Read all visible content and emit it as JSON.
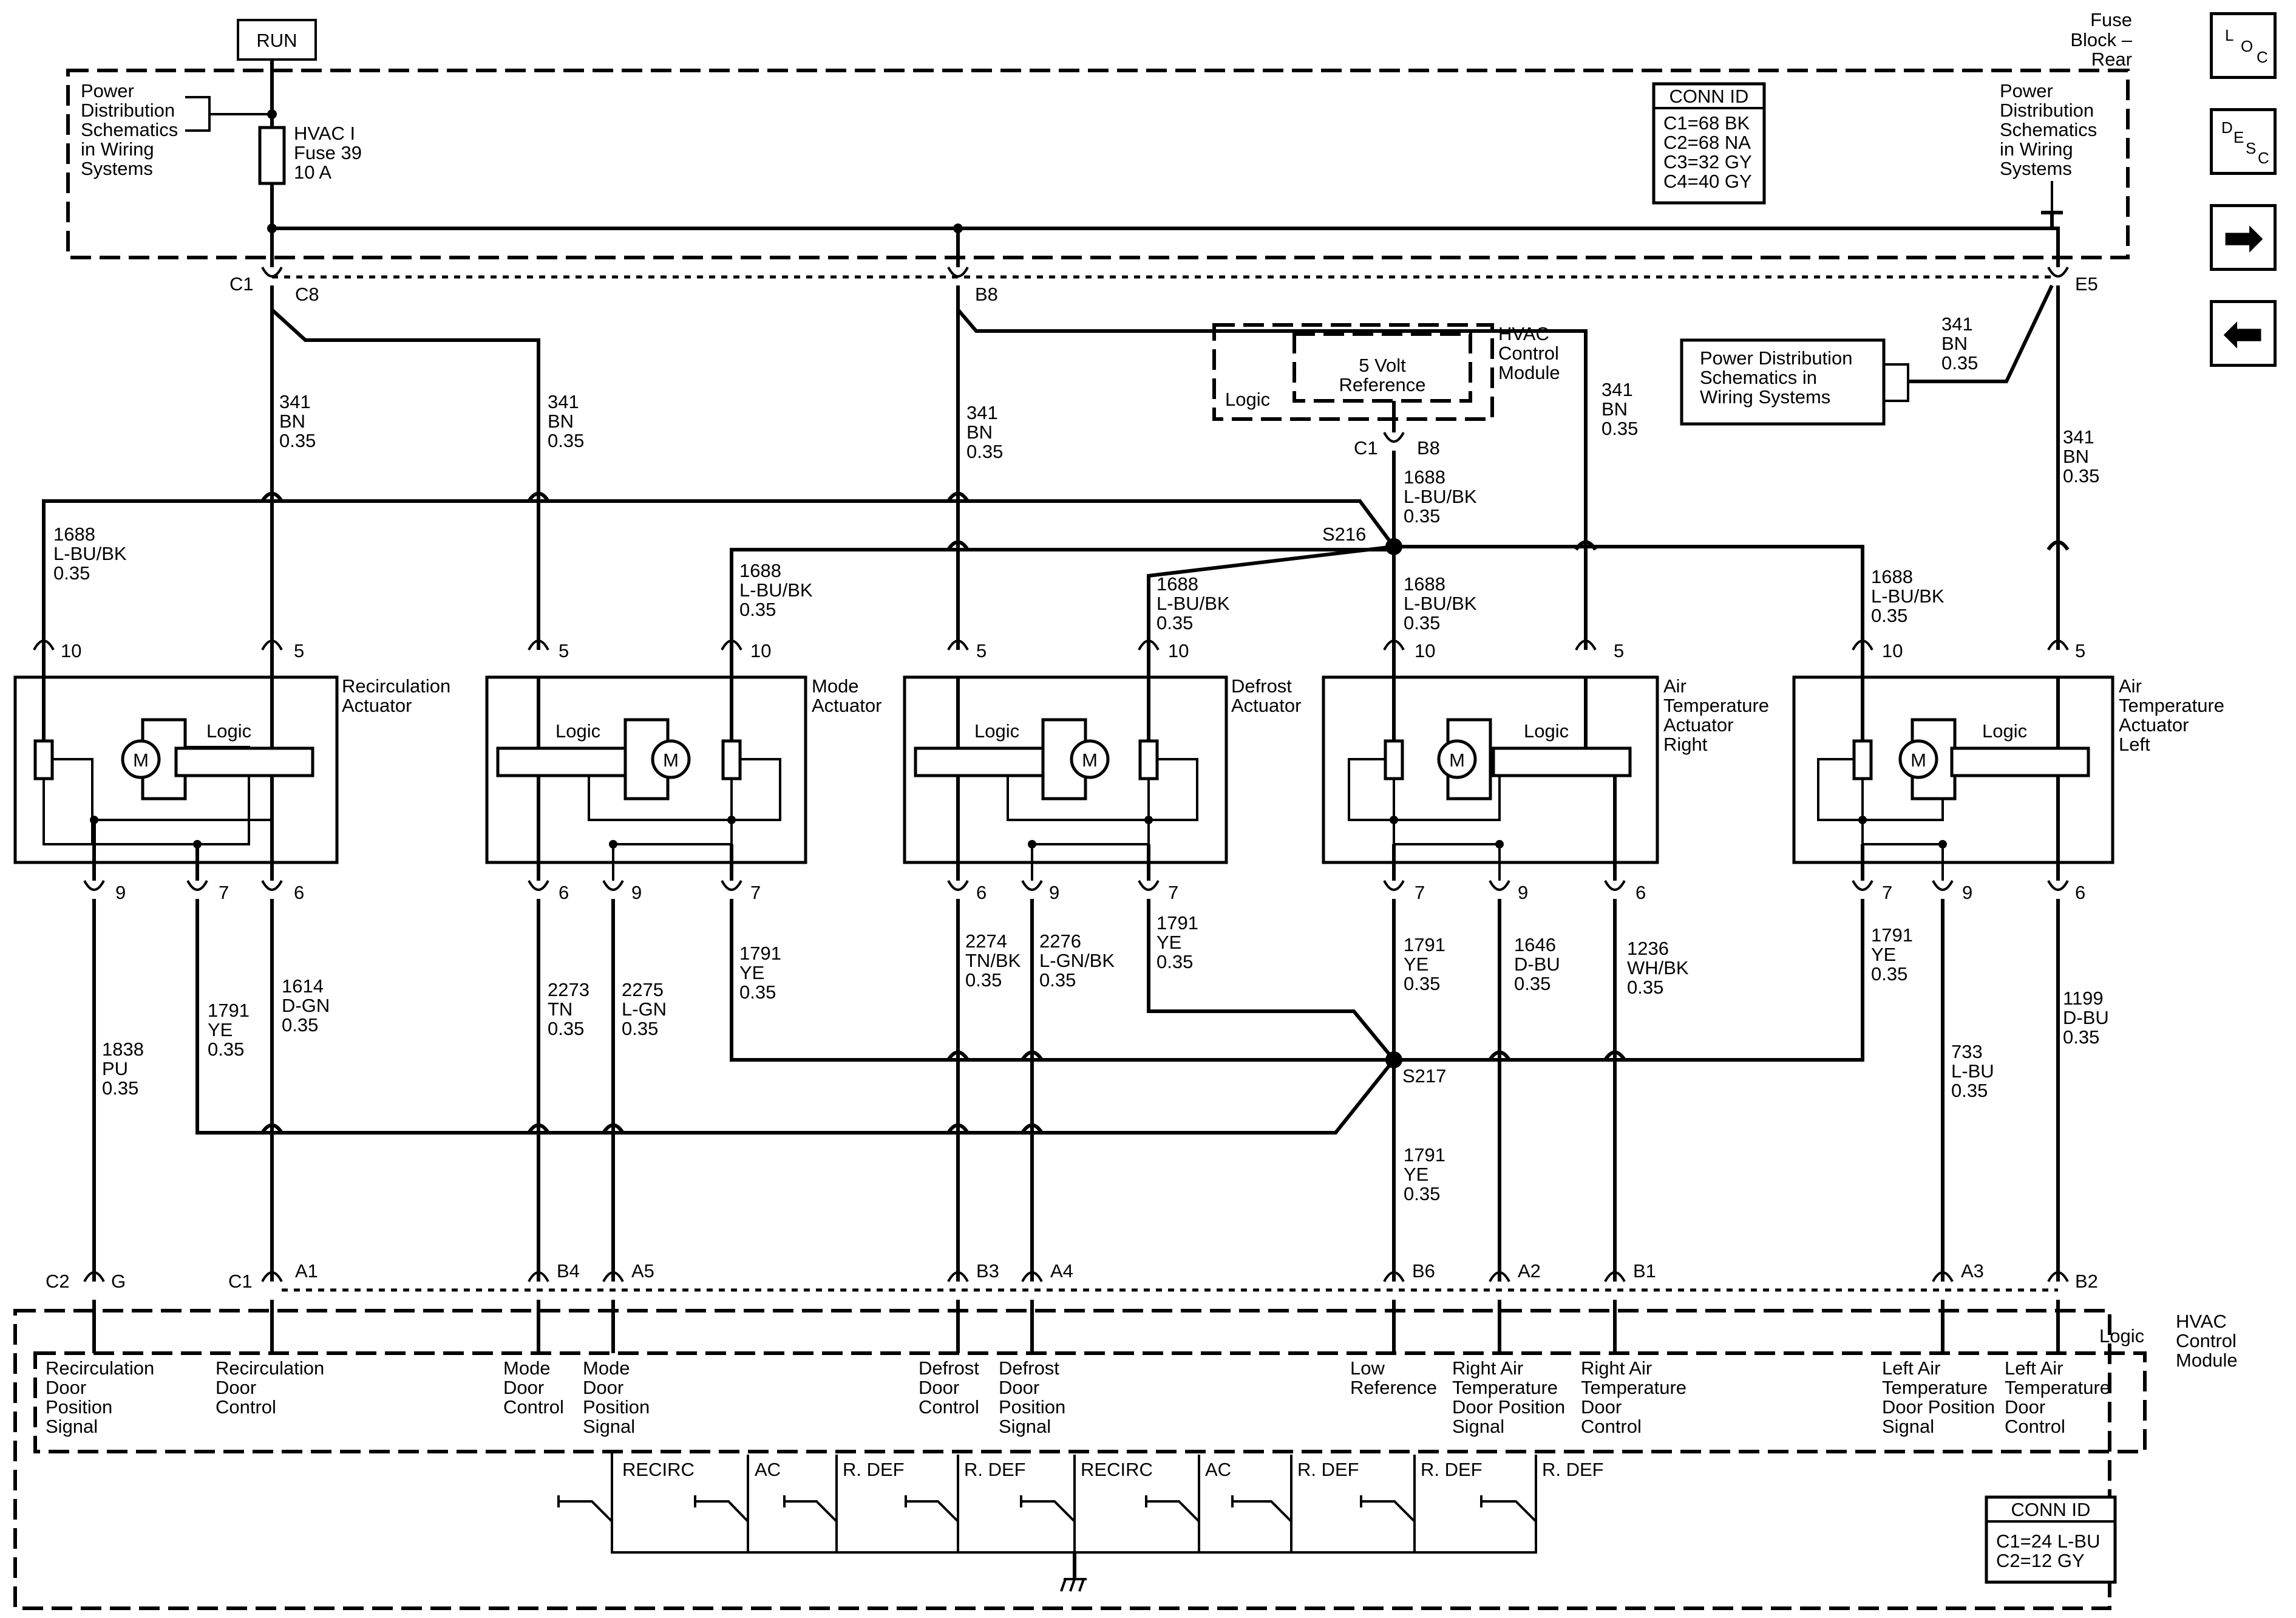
{
  "header": {
    "run_label": "RUN",
    "fuse_block": [
      "Fuse",
      "Block –",
      "Rear"
    ]
  },
  "power_dist_left": [
    "Power",
    "Distribution",
    "Schematics",
    "in Wiring",
    "Systems"
  ],
  "power_dist_right": [
    "Power",
    "Distribution",
    "Schematics",
    "in Wiring",
    "Systems"
  ],
  "power_dist_mid": [
    "Power Distribution",
    "Schematics in",
    "Wiring Systems"
  ],
  "fuse": [
    "HVAC I",
    "Fuse 39",
    "10 A"
  ],
  "conn_id_top": {
    "title": "CONN ID",
    "rows": [
      "C1=68 BK",
      "C2=68 NA",
      "C3=32 GY",
      "C4=40 GY"
    ]
  },
  "conn_id_bottom": {
    "title": "CONN ID",
    "rows": [
      "C1=24 L-BU",
      "C2=12 GY"
    ]
  },
  "top_connectors": {
    "c1": "C1",
    "c8": "C8",
    "b8": "B8",
    "e5": "E5"
  },
  "hvac_top": {
    "logic": "Logic",
    "ref": [
      "5 Volt",
      "Reference"
    ],
    "name": [
      "HVAC",
      "Control",
      "Module"
    ],
    "c1": "C1",
    "b8": "B8"
  },
  "wire_341": [
    "341",
    "BN",
    "0.35"
  ],
  "wire_1688": [
    "1688",
    "L-BU/BK",
    "0.35"
  ],
  "wire_1791": [
    "1791",
    "YE",
    "0.35"
  ],
  "splices": {
    "s216": "S216",
    "s217": "S217"
  },
  "actuators": [
    {
      "name": [
        "Recirculation",
        "Actuator"
      ],
      "logic": "Logic",
      "motor": "M",
      "pins": [
        "10",
        "5",
        "9",
        "7",
        "6"
      ]
    },
    {
      "name": [
        "Mode",
        "Actuator"
      ],
      "logic": "Logic",
      "motor": "M",
      "pins": [
        "5",
        "10",
        "6",
        "9",
        "7"
      ]
    },
    {
      "name": [
        "Defrost",
        "Actuator"
      ],
      "logic": "Logic",
      "motor": "M",
      "pins": [
        "5",
        "10",
        "6",
        "9",
        "7"
      ]
    },
    {
      "name": [
        "Air",
        "Temperature",
        "Actuator",
        "Right"
      ],
      "logic": "Logic",
      "motor": "M",
      "pins": [
        "10",
        "5",
        "7",
        "9",
        "6"
      ]
    },
    {
      "name": [
        "Air",
        "Temperature",
        "Actuator",
        "Left"
      ],
      "logic": "Logic",
      "motor": "M",
      "pins": [
        "10",
        "5",
        "7",
        "9",
        "6"
      ]
    }
  ],
  "wires_bottom": {
    "w1838": [
      "1838",
      "PU",
      "0.35"
    ],
    "w1614": [
      "1614",
      "D-GN",
      "0.35"
    ],
    "w2273": [
      "2273",
      "TN",
      "0.35"
    ],
    "w2275": [
      "2275",
      "L-GN",
      "0.35"
    ],
    "w2274": [
      "2274",
      "TN/BK",
      "0.35"
    ],
    "w2276": [
      "2276",
      "L-GN/BK",
      "0.35"
    ],
    "w1646": [
      "1646",
      "D-BU",
      "0.35"
    ],
    "w1236": [
      "1236",
      "WH/BK",
      "0.35"
    ],
    "w733": [
      "733",
      "L-BU",
      "0.35"
    ],
    "w1199": [
      "1199",
      "D-BU",
      "0.35"
    ]
  },
  "bottom_pins": [
    "C2",
    "G",
    "C1",
    "A1",
    "B4",
    "A5",
    "B3",
    "A4",
    "B6",
    "A2",
    "B1",
    "A3",
    "B2"
  ],
  "module_bottom": {
    "name": [
      "HVAC",
      "Control",
      "Module"
    ],
    "logic": "Logic"
  },
  "signals": [
    [
      "Recirculation",
      "Door",
      "Position",
      "Signal"
    ],
    [
      "Recirculation",
      "Door",
      "Control"
    ],
    [
      "Mode",
      "Door",
      "Control"
    ],
    [
      "Mode",
      "Door",
      "Position",
      "Signal"
    ],
    [
      "Defrost",
      "Door",
      "Control"
    ],
    [
      "Defrost",
      "Door",
      "Position",
      "Signal"
    ],
    [
      "Low",
      "Reference"
    ],
    [
      "Right Air",
      "Temperature",
      "Door Position",
      "Signal"
    ],
    [
      "Right Air",
      "Temperature",
      "Door",
      "Control"
    ],
    [
      "Left Air",
      "Temperature",
      "Door Position",
      "Signal"
    ],
    [
      "Left Air",
      "Temperature",
      "Door",
      "Control"
    ]
  ],
  "switches": [
    "RECIRC",
    "AC",
    "R. DEF",
    "R. DEF",
    "RECIRC",
    "AC",
    "R. DEF",
    "R. DEF",
    "R. DEF"
  ],
  "nav": {
    "loc": [
      "L",
      "O",
      "C"
    ],
    "desc": [
      "D",
      "E",
      "S",
      "C"
    ],
    "next": "➡",
    "prev": "⬅"
  }
}
